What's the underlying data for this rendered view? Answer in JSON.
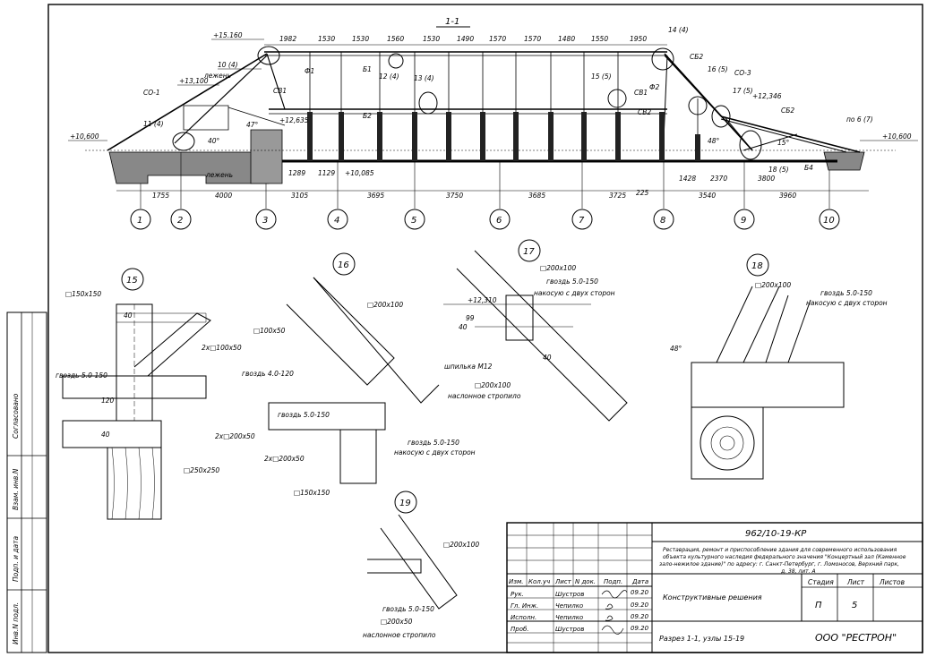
{
  "section": {
    "title": "1-1",
    "elevations": [
      "+15.160",
      "+13,100",
      "+12,635",
      "+10,600",
      "+10,085",
      "+12,346",
      "+10,600"
    ],
    "top_dims": [
      "1982",
      "1530",
      "1530",
      "1560",
      "1530",
      "1490",
      "1570",
      "1570",
      "1480",
      "1550",
      "1950"
    ],
    "bottom_dims": [
      "1755",
      "4000",
      "3105",
      "3695",
      "3750",
      "3685",
      "3725",
      "3540",
      "3960"
    ],
    "small_dims": [
      "1289",
      "1129",
      "225",
      "1428",
      "2370",
      "3800"
    ],
    "axes": [
      "1",
      "2",
      "3",
      "4",
      "5",
      "6",
      "7",
      "8",
      "9",
      "10"
    ],
    "labels": {
      "n10": "10 (4)",
      "n11": "11 (4)",
      "n12": "12 (4)",
      "n13": "13 (4)",
      "n14": "14 (4)",
      "n15": "15 (5)",
      "n16": "16 (5)",
      "n17": "17 (5)",
      "n18": "18 (5)",
      "po6": "по 6 (7)",
      "lezhen_top": "лежень",
      "lezhen_bottom": "лежень",
      "co1": "СО-1",
      "co3": "СО-3",
      "sv1a": "СВ1",
      "sv1b": "СВ1",
      "sv2": "СВ2",
      "sb2a": "СБ2",
      "sb2b": "СБ2",
      "b1": "Б1",
      "b2": "Б2",
      "b4": "Б4",
      "f1": "Ф1",
      "f2": "Ф2",
      "ang47": "47°",
      "ang40": "40°",
      "ang48": "48°",
      "ang15": "15°"
    }
  },
  "detail15": {
    "num": "15",
    "labels": [
      "□150х150",
      "40",
      "2х□100х50",
      "гвоздь 5.0-150",
      "120",
      "40",
      "2х□200х50",
      "□250х250"
    ]
  },
  "detail16": {
    "num": "16",
    "labels": [
      "□200х100",
      "□100х50",
      "гвоздь 4.0-120",
      "гвоздь 5.0-150",
      "2х□200х50",
      "гвоздь 5.0-150",
      "накосую с двух сторон",
      "□150х150"
    ]
  },
  "detail17": {
    "num": "17",
    "labels": [
      "□200х100",
      "гвоздь 5.0-150",
      "накосую с двух сторон",
      "+12,310",
      "40",
      "99",
      "40",
      "шпилька М12",
      "□200х100",
      "наслонное стропило"
    ]
  },
  "detail18": {
    "num": "18",
    "labels": [
      "□200х100",
      "гвоздь 5.0-150",
      "накосую с двух сторон",
      "48°"
    ]
  },
  "detail19": {
    "num": "19",
    "labels": [
      "□200х100",
      "гвоздь 5.0-150",
      "□200х50",
      "наслонное стропило"
    ]
  },
  "side_stamp": [
    "Согласовано",
    "Взам. инв.N",
    "Подп. и дата",
    "Инв.N подл."
  ],
  "title_block": {
    "code": "962/10-19-КР",
    "description_lines": [
      "Реставрация, ремонт и приспособление здания для современного использования",
      "объекта культурного наследия федерального значения \"Концертный зал (Каменное",
      "зало-нежилое здание)\" по адресу: г. Санкт-Петербург, г. Ломоносов, Верхний парк,",
      "д. 38, лит. А"
    ],
    "header": [
      "Изм.",
      "Кол.уч",
      "Лист",
      "N док.",
      "Подп.",
      "Дата"
    ],
    "rows": [
      {
        "role": "Рук.",
        "name": "Шустров",
        "date": "09.20"
      },
      {
        "role": "Гл. Инж.",
        "name": "Чепилко",
        "date": "09.20"
      },
      {
        "role": "Исполн.",
        "name": "Чепилко",
        "date": "09.20"
      },
      {
        "role": "Проб.",
        "name": "Шустров",
        "date": "09.20"
      }
    ],
    "section_name": "Конструктивные решения",
    "stage_label": "Стадия",
    "sheet_label": "Лист",
    "sheets_label": "Листов",
    "stage": "П",
    "sheet": "5",
    "sheets": "",
    "sheet_title": "Разрез 1-1, узлы 15-19",
    "company": "ООО \"РЕСТРОН\""
  }
}
